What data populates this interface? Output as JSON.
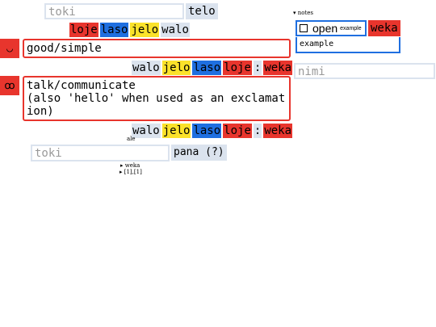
{
  "top": {
    "word_placeholder": "toki",
    "tag_label": "telo",
    "chips": [
      {
        "text": "loje",
        "color": "red"
      },
      {
        "text": "laso",
        "color": "blue"
      },
      {
        "text": "jelo",
        "color": "yellow"
      },
      {
        "text": "walo",
        "color": "grey"
      }
    ]
  },
  "entries": [
    {
      "glyph": "◡",
      "definition": "good/simple",
      "chips": [
        "walo",
        "jelo",
        "laso",
        "loje"
      ],
      "separator": ":",
      "action": "weka"
    },
    {
      "glyph": "ꝏ",
      "definition": "talk/communicate\n(also 'hello' when used as an exclamation)",
      "chips": [
        "walo",
        "jelo",
        "laso",
        "loje"
      ],
      "separator": ":",
      "action": "weka"
    }
  ],
  "entry2_sublabel": "ale",
  "bottom": {
    "input_placeholder": "toki",
    "button_label": "pana (?)",
    "tree": [
      "▸ weka",
      "▸ [1],[1]"
    ]
  },
  "notes": {
    "summary": "▾ notes",
    "open_label": "open",
    "open_sub": "example",
    "weka_label": "weka",
    "example_value": "example",
    "nimi_placeholder": "nimi"
  },
  "colors": {
    "red": "#e8352d",
    "blue": "#1f6fe0",
    "yellow": "#fbe22a",
    "grey": "#dbe3ee"
  }
}
